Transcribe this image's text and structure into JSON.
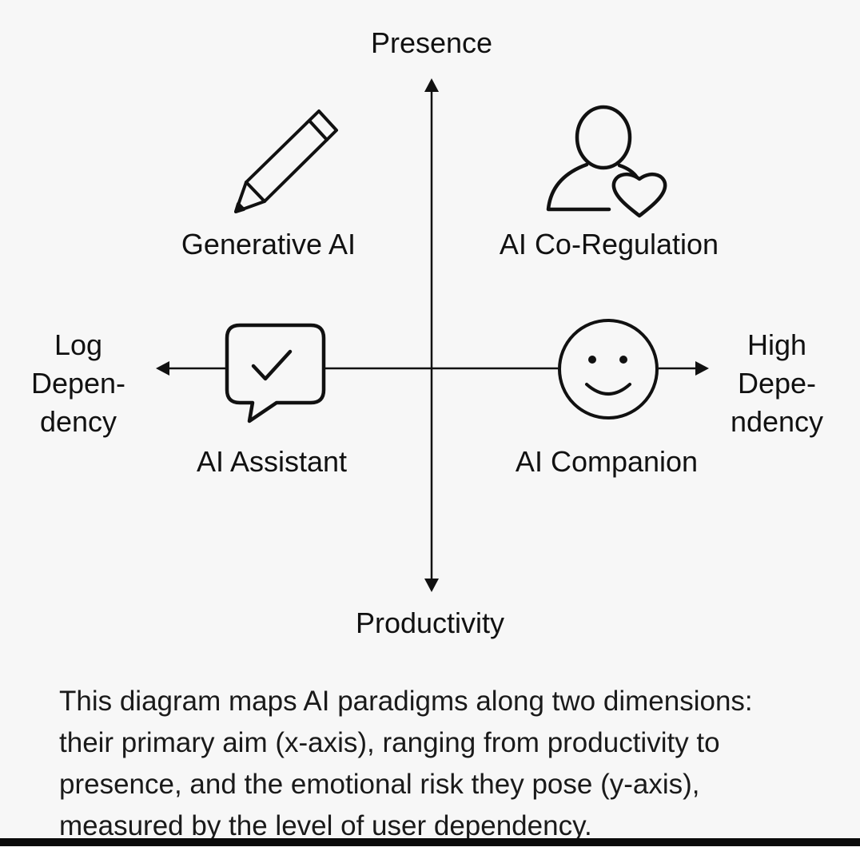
{
  "axes": {
    "top": "Presence",
    "bottom": "Productivity",
    "left": [
      "Log",
      "Depen-",
      "dency"
    ],
    "right": [
      "High",
      "Depe-",
      "ndency"
    ]
  },
  "quadrants": {
    "top_left": {
      "label": "Generative AI",
      "icon": "pencil-icon"
    },
    "top_right": {
      "label": "AI Co-Regulation",
      "icon": "person-heart-icon"
    },
    "bottom_left": {
      "label": "AI Assistant",
      "icon": "speech-bubble-check-icon"
    },
    "bottom_right": {
      "label": "AI Companion",
      "icon": "smiley-face-icon"
    }
  },
  "caption": [
    "This diagram maps AI paradigms along two dimensions:",
    "their primary aim (x-axis), ranging from productivity to",
    "presence, and the emotional risk they pose (y-axis),",
    "measured by the level of user dependency."
  ],
  "colors": {
    "background": "#f7f7f7",
    "ink": "#111111",
    "bar": "#0a0a0a"
  }
}
